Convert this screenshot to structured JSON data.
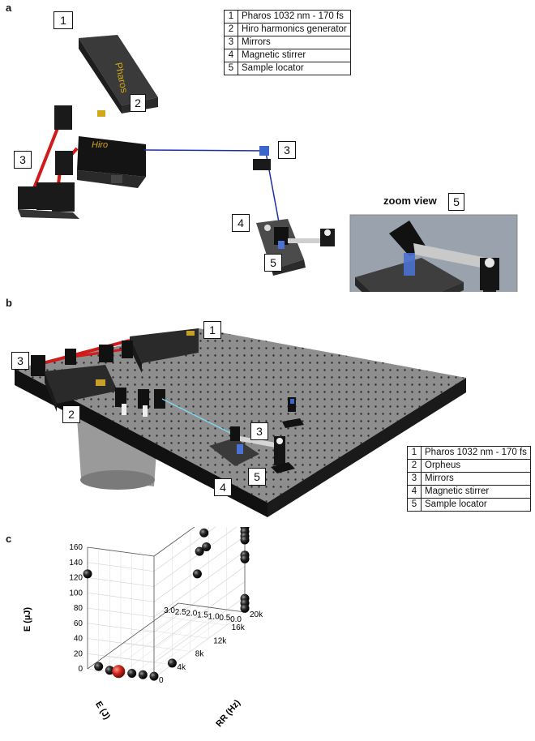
{
  "panel_a": {
    "letter": "a",
    "legend": [
      {
        "n": "1",
        "label": "Pharos 1032 nm - 170 fs"
      },
      {
        "n": "2",
        "label": "Hiro harmonics generator"
      },
      {
        "n": "3",
        "label": "Mirrors"
      },
      {
        "n": "4",
        "label": "Magnetic stirrer"
      },
      {
        "n": "5",
        "label": "Sample locator"
      }
    ],
    "callouts": {
      "c1": "1",
      "c2": "2",
      "c3a": "3",
      "c3b": "3",
      "c4": "4",
      "c5": "5",
      "zoom_num": "5"
    },
    "pharos_text": "Pharos",
    "hiro_text": "Hiro",
    "zoom_title": "zoom view"
  },
  "panel_b": {
    "letter": "b",
    "legend": [
      {
        "n": "1",
        "label": "Pharos 1032 nm - 170 fs"
      },
      {
        "n": "2",
        "label": "Orpheus"
      },
      {
        "n": "3",
        "label": "Mirrors"
      },
      {
        "n": "4",
        "label": "Magnetic stirrer"
      },
      {
        "n": "5",
        "label": "Sample locator"
      }
    ],
    "callouts": {
      "c1": "1",
      "c2": "2",
      "c3a": "3",
      "c3b": "3",
      "c4": "4",
      "c5": "5"
    }
  },
  "panel_c": {
    "letter": "c",
    "colors": {
      "ball": "#111111",
      "highlight": "#d0281e"
    }
  },
  "chart_data": {
    "type": "scatter",
    "title": "",
    "zlabel": "E (µJ)",
    "xlabel": "E (J)",
    "ylabel": "RR (Hz)",
    "z_ticks": [
      "0",
      "20",
      "40",
      "60",
      "80",
      "100",
      "120",
      "140",
      "160"
    ],
    "x_ticks": [
      "0.0",
      "0.5",
      "1.0",
      "1.5",
      "2.0",
      "2.5",
      "3.0"
    ],
    "y_ticks": [
      "0",
      "4k",
      "8k",
      "12k",
      "16k",
      "20k"
    ],
    "zlim": [
      0,
      160
    ],
    "grid": true,
    "points": [
      {
        "E_uJ": 125,
        "E_J": 3.0,
        "RR": 0
      },
      {
        "E_uJ": 138,
        "E_J": 0.2,
        "RR": 12000
      },
      {
        "E_uJ": 115,
        "E_J": 0.3,
        "RR": 13000
      },
      {
        "E_uJ": 118,
        "E_J": 0.2,
        "RR": 11000
      },
      {
        "E_uJ": 88,
        "E_J": 0.3,
        "RR": 11000
      },
      {
        "E_uJ": 133,
        "E_J": 0.0,
        "RR": 20000
      },
      {
        "E_uJ": 128,
        "E_J": 0.0,
        "RR": 20000
      },
      {
        "E_uJ": 122,
        "E_J": 0.0,
        "RR": 20000
      },
      {
        "E_uJ": 112,
        "E_J": 0.0,
        "RR": 20000
      },
      {
        "E_uJ": 106,
        "E_J": 0.0,
        "RR": 20000
      },
      {
        "E_uJ": 100,
        "E_J": 0.0,
        "RR": 20000
      },
      {
        "E_uJ": 95,
        "E_J": 0.0,
        "RR": 20000
      },
      {
        "E_uJ": 75,
        "E_J": 0.0,
        "RR": 20000
      },
      {
        "E_uJ": 70,
        "E_J": 0.0,
        "RR": 20000
      },
      {
        "E_uJ": 18,
        "E_J": 0.0,
        "RR": 20000
      },
      {
        "E_uJ": 12,
        "E_J": 0.0,
        "RR": 20000
      },
      {
        "E_uJ": 5,
        "E_J": 0.0,
        "RR": 20000
      },
      {
        "E_uJ": 5,
        "E_J": 2.5,
        "RR": 0
      },
      {
        "E_uJ": 2,
        "E_J": 2.0,
        "RR": 0
      },
      {
        "E_uJ": 2,
        "E_J": 1.0,
        "RR": 0
      },
      {
        "E_uJ": 2,
        "E_J": 0.5,
        "RR": 0
      },
      {
        "E_uJ": 2,
        "E_J": 0.0,
        "RR": 0
      },
      {
        "E_uJ": 2,
        "E_J": 0.0,
        "RR": 4000
      }
    ],
    "highlight": {
      "E_uJ": 2,
      "E_J": 1.6,
      "RR": 0
    }
  }
}
